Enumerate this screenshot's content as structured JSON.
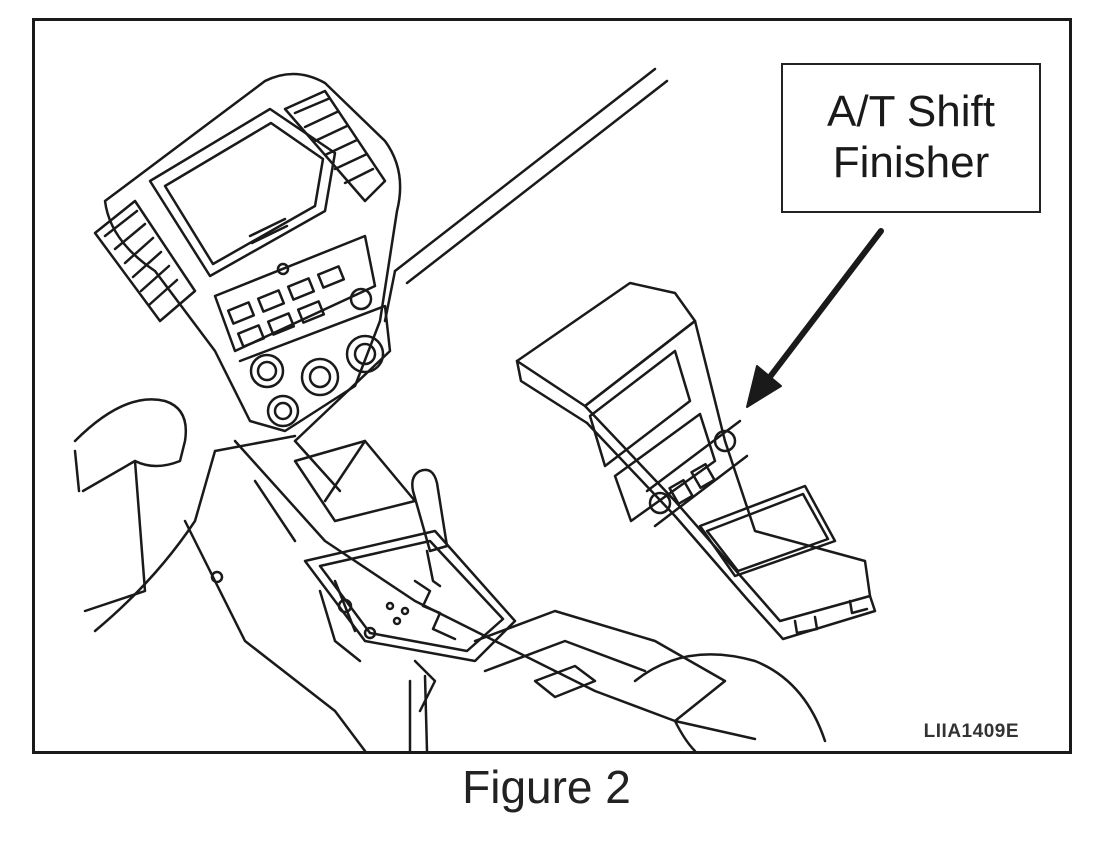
{
  "callout": {
    "line1": "A/T Shift",
    "line2": "Finisher"
  },
  "drawing_code": "LIIA1409E",
  "caption": "Figure 2",
  "colors": {
    "line": "#1a1a1a",
    "background": "#ffffff"
  }
}
